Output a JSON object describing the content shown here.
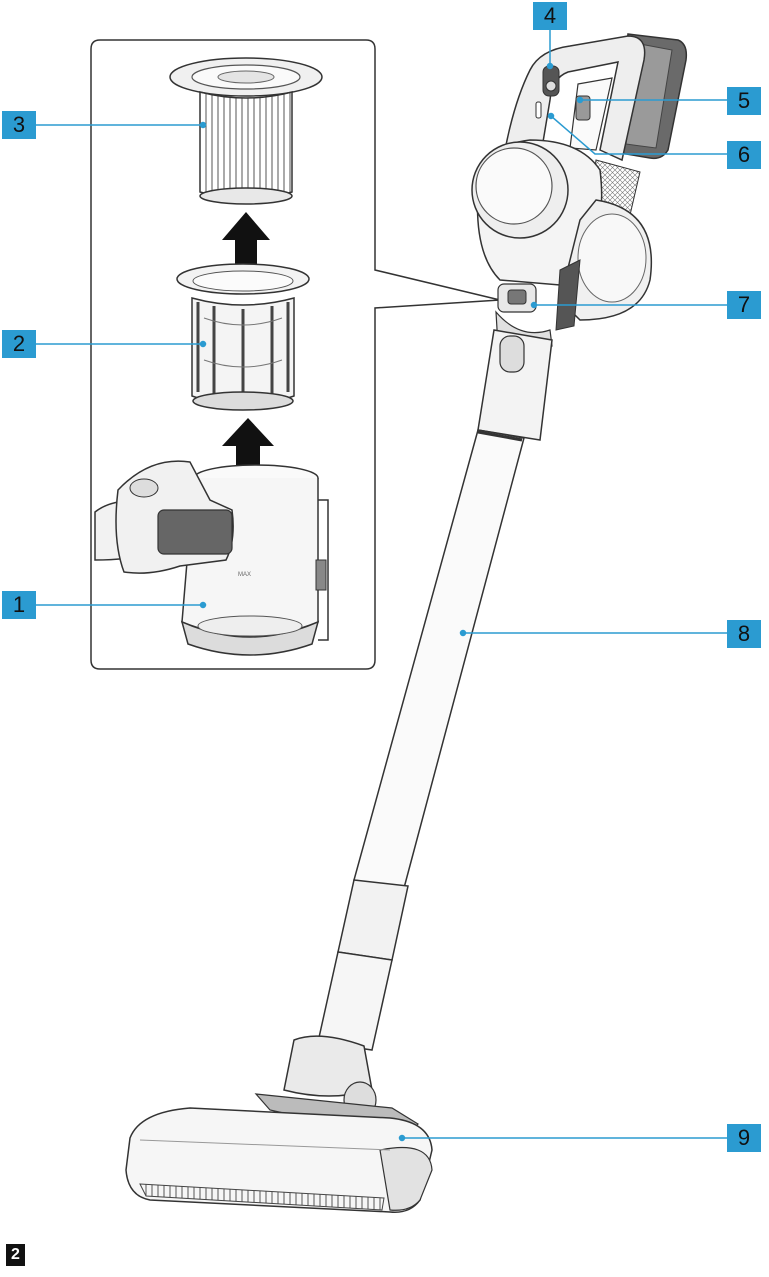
{
  "callouts": [
    {
      "label": "1",
      "part": "dust-container"
    },
    {
      "label": "2",
      "part": "pre-filter"
    },
    {
      "label": "3",
      "part": "hepa-filter"
    },
    {
      "label": "4",
      "part": "power-mode-button"
    },
    {
      "label": "5",
      "part": "trigger"
    },
    {
      "label": "6",
      "part": "indicator"
    },
    {
      "label": "7",
      "part": "release-button"
    },
    {
      "label": "8",
      "part": "tube"
    },
    {
      "label": "9",
      "part": "floor-nozzle"
    }
  ],
  "figure": {
    "badge": "2"
  },
  "container_text": {
    "max_mark": "MAX"
  },
  "colors": {
    "callout": "#2b9bd1",
    "line": "#2b9bd1",
    "outline": "#333333",
    "fill": "#f1f1f1"
  }
}
